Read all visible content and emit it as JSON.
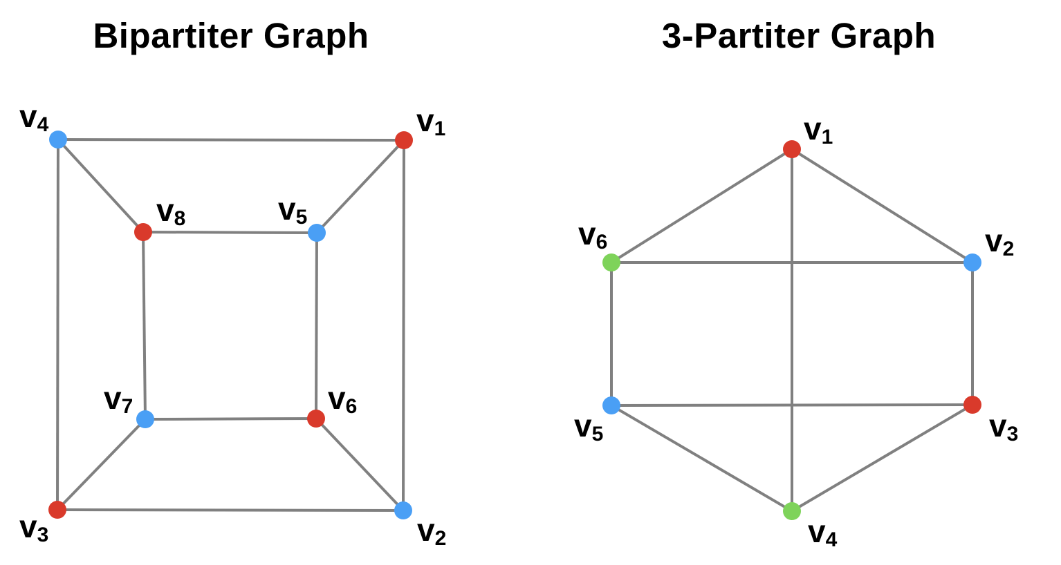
{
  "colors": {
    "red": "#d93a2b",
    "blue": "#4a9ff5",
    "green": "#7ed35a",
    "edge": "#808080"
  },
  "graphs": [
    {
      "title": "Bipartiter Graph",
      "vertices": [
        {
          "id": "v1",
          "letter": "v",
          "index": "1",
          "color": "red"
        },
        {
          "id": "v2",
          "letter": "v",
          "index": "2",
          "color": "blue"
        },
        {
          "id": "v3",
          "letter": "v",
          "index": "3",
          "color": "red"
        },
        {
          "id": "v4",
          "letter": "v",
          "index": "4",
          "color": "blue"
        },
        {
          "id": "v5",
          "letter": "v",
          "index": "5",
          "color": "blue"
        },
        {
          "id": "v6",
          "letter": "v",
          "index": "6",
          "color": "red"
        },
        {
          "id": "v7",
          "letter": "v",
          "index": "7",
          "color": "blue"
        },
        {
          "id": "v8",
          "letter": "v",
          "index": "8",
          "color": "red"
        }
      ],
      "edges": [
        [
          "v4",
          "v1"
        ],
        [
          "v1",
          "v2"
        ],
        [
          "v2",
          "v3"
        ],
        [
          "v3",
          "v4"
        ],
        [
          "v8",
          "v5"
        ],
        [
          "v5",
          "v6"
        ],
        [
          "v6",
          "v7"
        ],
        [
          "v7",
          "v8"
        ],
        [
          "v4",
          "v8"
        ],
        [
          "v1",
          "v5"
        ],
        [
          "v2",
          "v6"
        ],
        [
          "v3",
          "v7"
        ]
      ]
    },
    {
      "title": "3-Partiter Graph",
      "vertices": [
        {
          "id": "v1",
          "letter": "v",
          "index": "1",
          "color": "red"
        },
        {
          "id": "v2",
          "letter": "v",
          "index": "2",
          "color": "blue"
        },
        {
          "id": "v3",
          "letter": "v",
          "index": "3",
          "color": "red"
        },
        {
          "id": "v4",
          "letter": "v",
          "index": "4",
          "color": "green"
        },
        {
          "id": "v5",
          "letter": "v",
          "index": "5",
          "color": "blue"
        },
        {
          "id": "v6",
          "letter": "v",
          "index": "6",
          "color": "green"
        }
      ],
      "edges": [
        [
          "v1",
          "v2"
        ],
        [
          "v2",
          "v3"
        ],
        [
          "v3",
          "v4"
        ],
        [
          "v4",
          "v5"
        ],
        [
          "v5",
          "v6"
        ],
        [
          "v6",
          "v1"
        ],
        [
          "v1",
          "v4"
        ],
        [
          "v6",
          "v2"
        ],
        [
          "v5",
          "v3"
        ]
      ]
    }
  ]
}
